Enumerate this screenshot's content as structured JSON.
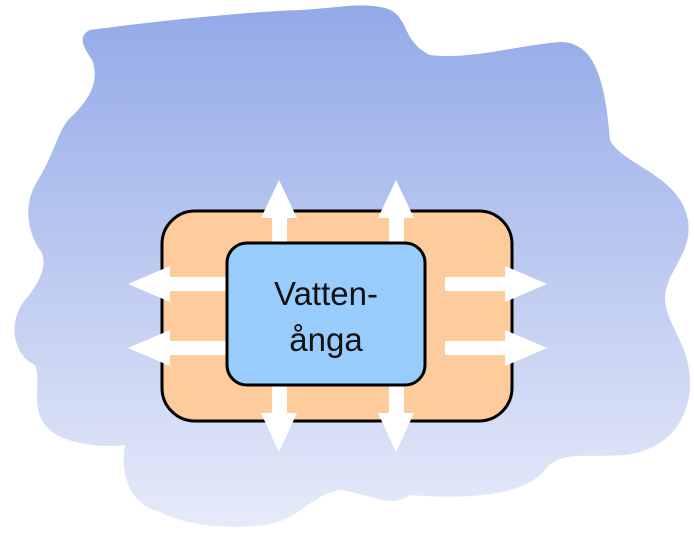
{
  "diagram": {
    "core_label_line1": "Vatten-",
    "core_label_line2": "ånga",
    "colors": {
      "cloud_top": "#93a9e8",
      "cloud_bottom": "#e6ebf9",
      "outer_box_fill": "#fdcb9c",
      "inner_box_fill": "#98ccfc",
      "outline": "#000000",
      "arrow_fill": "#ffffff"
    },
    "arrow_directions": [
      "up",
      "up",
      "down",
      "down",
      "left",
      "left",
      "right",
      "right"
    ]
  }
}
